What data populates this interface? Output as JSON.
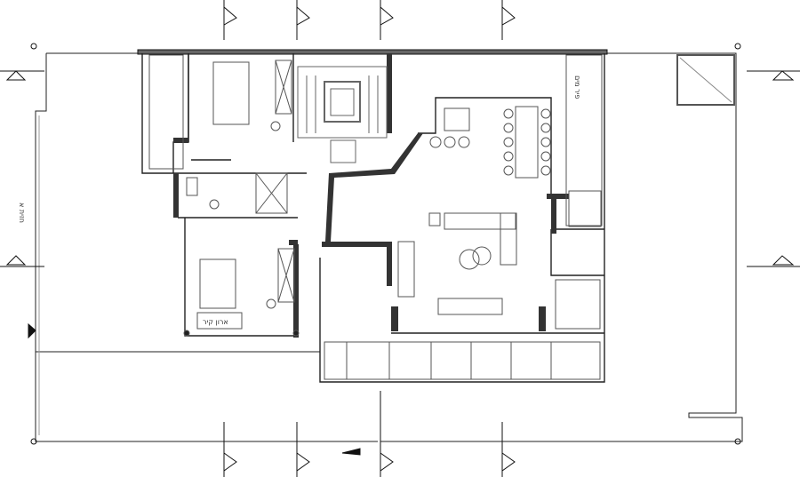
{
  "title": "Floor plan",
  "labels": {
    "left_side": "חזית א",
    "bedroom_closet": "ארון קיר",
    "shaft": "פיר מים"
  },
  "section_markers": [
    "top-1",
    "top-2",
    "top-3",
    "top-4",
    "bottom-1",
    "bottom-2",
    "bottom-3",
    "bottom-4",
    "left-1",
    "left-2",
    "right-1",
    "right-2"
  ],
  "colors": {
    "line": "#222222",
    "wall": "#111111",
    "light": "#999999"
  }
}
